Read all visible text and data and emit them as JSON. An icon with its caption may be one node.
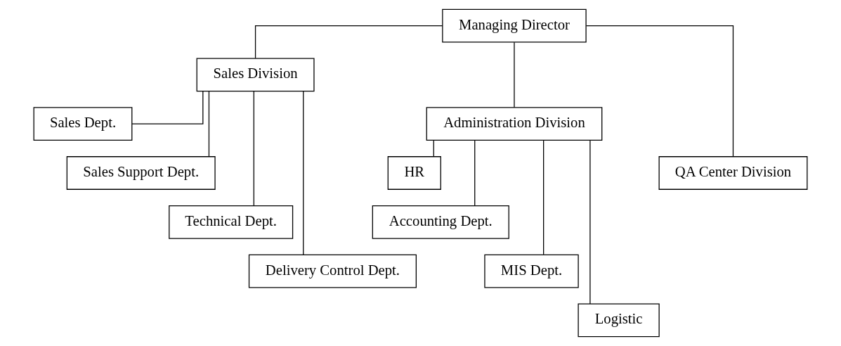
{
  "diagram": {
    "nodes": [
      {
        "text": [
          "Managing Director"
        ]
      },
      {
        "text": [
          "Sales Division"
        ]
      },
      {
        "text": [
          "Administration Division"
        ]
      },
      {
        "text": [
          "QA Center Division"
        ]
      },
      {
        "text": [
          "Sales Dept."
        ]
      },
      {
        "text": [
          "Sales Support Dept."
        ]
      },
      {
        "text": [
          "Technical Dept."
        ]
      },
      {
        "text": [
          "Delivery Control Dept."
        ]
      },
      {
        "text": [
          "HR"
        ]
      },
      {
        "text": [
          "Accounting Dept."
        ]
      },
      {
        "text": [
          "MIS Dept."
        ]
      },
      {
        "text": [
          "Logistic"
        ]
      }
    ],
    "edges": [
      {
        "from": 0,
        "to": 1,
        "arrow": "none"
      },
      {
        "from": 0,
        "to": 2,
        "arrow": "none"
      },
      {
        "from": 0,
        "to": 3,
        "arrow": "none"
      },
      {
        "from": 1,
        "to": 4,
        "arrow": "none"
      },
      {
        "from": 1,
        "to": 5,
        "arrow": "none"
      },
      {
        "from": 1,
        "to": 6,
        "arrow": "none"
      },
      {
        "from": 1,
        "to": 7,
        "arrow": "none"
      },
      {
        "from": 2,
        "to": 8,
        "arrow": "none"
      },
      {
        "from": 2,
        "to": 9,
        "arrow": "none"
      },
      {
        "from": 2,
        "to": 10,
        "arrow": "none"
      },
      {
        "from": 2,
        "to": 11,
        "arrow": "none"
      }
    ]
  }
}
